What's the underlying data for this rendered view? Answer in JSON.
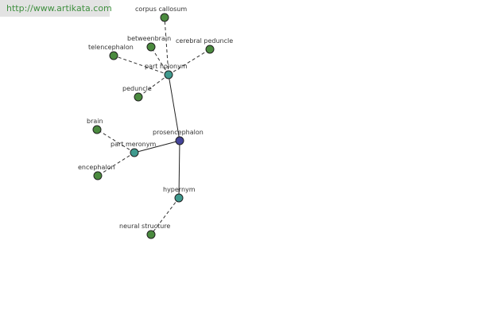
{
  "watermark": "http://www.artikata.com",
  "colors": {
    "leaf": "#4a8a3e",
    "relation": "#3f9a8e",
    "center": "#44449a"
  },
  "nodes": [
    {
      "id": "prosencephalon",
      "label": "prosencephalon",
      "kind": "center"
    },
    {
      "id": "part_holonym",
      "label": "part holonym",
      "kind": "relation"
    },
    {
      "id": "part_meronym",
      "label": "part meronym",
      "kind": "relation"
    },
    {
      "id": "hypernym",
      "label": "hypernym",
      "kind": "relation"
    },
    {
      "id": "corpus_callosum",
      "label": "corpus callosum",
      "kind": "leaf"
    },
    {
      "id": "betweenbrain",
      "label": "betweenbrain",
      "kind": "leaf"
    },
    {
      "id": "cerebral_peduncle",
      "label": "cerebral peduncle",
      "kind": "leaf"
    },
    {
      "id": "telencephalon",
      "label": "telencephalon",
      "kind": "leaf"
    },
    {
      "id": "peduncle",
      "label": "peduncle",
      "kind": "leaf"
    },
    {
      "id": "brain",
      "label": "brain",
      "kind": "leaf"
    },
    {
      "id": "encephalon",
      "label": "encephalon",
      "kind": "leaf"
    },
    {
      "id": "neural_structure",
      "label": "neural structure",
      "kind": "leaf"
    }
  ],
  "edges": [
    {
      "from": "prosencephalon",
      "to": "part_holonym",
      "style": "solid"
    },
    {
      "from": "prosencephalon",
      "to": "part_meronym",
      "style": "solid"
    },
    {
      "from": "prosencephalon",
      "to": "hypernym",
      "style": "solid"
    },
    {
      "from": "part_holonym",
      "to": "corpus_callosum",
      "style": "dashed"
    },
    {
      "from": "part_holonym",
      "to": "betweenbrain",
      "style": "dashed"
    },
    {
      "from": "part_holonym",
      "to": "cerebral_peduncle",
      "style": "dashed"
    },
    {
      "from": "part_holonym",
      "to": "telencephalon",
      "style": "dashed"
    },
    {
      "from": "part_holonym",
      "to": "peduncle",
      "style": "dashed"
    },
    {
      "from": "part_meronym",
      "to": "brain",
      "style": "dashed"
    },
    {
      "from": "part_meronym",
      "to": "encephalon",
      "style": "dashed"
    },
    {
      "from": "hypernym",
      "to": "neural_structure",
      "style": "dashed"
    }
  ]
}
